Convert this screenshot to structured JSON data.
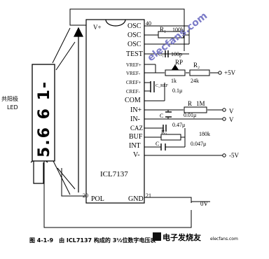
{
  "chip": {
    "name": "ICL7137",
    "pin_left_top": "V+",
    "pin_40": "40",
    "pin_20": "20",
    "pin_21": "21",
    "pin_pol": "POL",
    "pin_gnd": "GND",
    "pins_right": [
      "OSC",
      "OSC",
      "OSC",
      "TEST",
      "VREF+",
      "VREF-",
      "CREF+",
      "CREF-",
      "COM",
      "IN+",
      "IN-",
      "CAZ",
      "BUF",
      "INT",
      "V-"
    ]
  },
  "components": {
    "r1": "R₁",
    "r1_val": "100k",
    "c1": "C₁",
    "c1_val": "100p",
    "rp": "RP",
    "rp_val": "1k",
    "r2": "R₂",
    "r2_val": "24k",
    "cref": "C_REF",
    "cref_val": "0.1μ",
    "r_in": "R",
    "r_in_val": "1M",
    "c_in": "C",
    "c_in_val": "0.01μ",
    "c_az_val": "0.47μ",
    "r3": "R₃",
    "r3_val": "180k",
    "c_int": "C",
    "c_int_val": "0.047μ"
  },
  "rails": {
    "plus5": "+5V",
    "minus5": "-5V",
    "zero": "0V",
    "vin_plus": "V",
    "vin_minus": "V"
  },
  "display": {
    "label_line1": "共阳极",
    "label_line2": "LED",
    "digits": "5.6 6 1-"
  },
  "caption": "图 4-1-9　由 ICL7137 构成的 3½位数字电压表",
  "watermark": "elecfans.com",
  "logo_text": "电子发烧友"
}
